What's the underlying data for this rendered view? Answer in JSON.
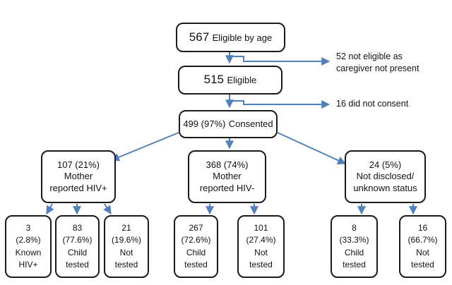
{
  "top": {
    "eligible_by_age_num": "567",
    "eligible_by_age_text": "Eligible by age",
    "eligible_num": "515",
    "eligible_text": "Eligible",
    "consented_num": "499 (97%)",
    "consented_text": "Consented"
  },
  "exclusions": {
    "not_eligible_line1": "52 not eligible as",
    "not_eligible_line2": "caregiver not present",
    "did_not_consent": "16 did not consent"
  },
  "groups": {
    "hiv_pos": {
      "count": "107 (21%)",
      "line1": "Mother",
      "line2": "reported HIV+"
    },
    "hiv_neg": {
      "count": "368 (74%)",
      "line1": "Mother",
      "line2": "reported HIV-"
    },
    "unknown": {
      "count": "24 (5%)",
      "line1": "Not disclosed/",
      "line2": "unknown status"
    }
  },
  "leaves": {
    "pos_known": {
      "n": "3",
      "pct": "(2.8%)",
      "l1": "Known",
      "l2": "HIV+"
    },
    "pos_tested": {
      "n": "83",
      "pct": "(77.6%)",
      "l1": "Child",
      "l2": "tested"
    },
    "pos_not": {
      "n": "21",
      "pct": "(19.6%)",
      "l1": "Not",
      "l2": "tested"
    },
    "neg_tested": {
      "n": "267",
      "pct": "(72.6%)",
      "l1": "Child",
      "l2": "tested"
    },
    "neg_not": {
      "n": "101",
      "pct": "(27.4%)",
      "l1": "Not",
      "l2": "tested"
    },
    "unk_tested": {
      "n": "8",
      "pct": "(33.3%)",
      "l1": "Child",
      "l2": "tested"
    },
    "unk_not": {
      "n": "16",
      "pct": "(66.7%)",
      "l1": "Not",
      "l2": "tested"
    }
  },
  "colors": {
    "arrow": "#4f7fbd",
    "border": "#1a1a1a"
  }
}
